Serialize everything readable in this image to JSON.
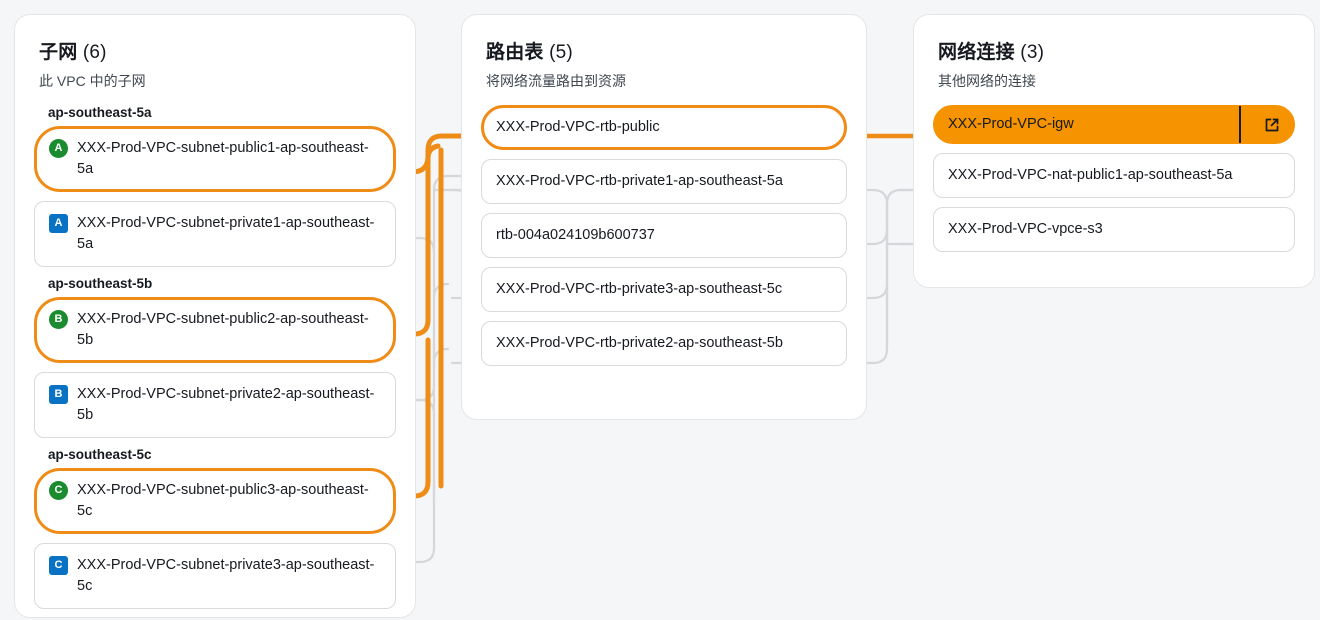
{
  "theme": {
    "page_bg": "#f5f6f8",
    "panel_bg": "#ffffff",
    "panel_border": "#e4e6e8",
    "accent_orange": "#ef8c17",
    "accent_orange_fill": "#f59300",
    "wire_gray": "#d5d7da",
    "badge_public_green": "#1a8b2e",
    "badge_private_blue": "#0a72c4",
    "text_primary": "#16191f",
    "text_secondary": "#414750"
  },
  "panels": {
    "subnets": {
      "title": "子网",
      "count": "(6)",
      "subtitle": "此 VPC 中的子网",
      "groups": [
        {
          "az": "ap-southeast-5a",
          "items": [
            {
              "badge": "A",
              "badge_kind": "public",
              "label": "XXX-Prod-VPC-subnet-public1-ap-southeast-5a",
              "highlight": true
            },
            {
              "badge": "A",
              "badge_kind": "private",
              "label": "XXX-Prod-VPC-subnet-private1-ap-southeast-5a",
              "highlight": false
            }
          ]
        },
        {
          "az": "ap-southeast-5b",
          "items": [
            {
              "badge": "B",
              "badge_kind": "public",
              "label": "XXX-Prod-VPC-subnet-public2-ap-southeast-5b",
              "highlight": true
            },
            {
              "badge": "B",
              "badge_kind": "private",
              "label": "XXX-Prod-VPC-subnet-private2-ap-southeast-5b",
              "highlight": false
            }
          ]
        },
        {
          "az": "ap-southeast-5c",
          "items": [
            {
              "badge": "C",
              "badge_kind": "public",
              "label": "XXX-Prod-VPC-subnet-public3-ap-southeast-5c",
              "highlight": true
            },
            {
              "badge": "C",
              "badge_kind": "private",
              "label": "XXX-Prod-VPC-subnet-private3-ap-southeast-5c",
              "highlight": false
            }
          ]
        }
      ]
    },
    "route_tables": {
      "title": "路由表",
      "count": "(5)",
      "subtitle": "将网络流量路由到资源",
      "items": [
        {
          "label": "XXX-Prod-VPC-rtb-public",
          "highlight": true,
          "oneline": true
        },
        {
          "label": "XXX-Prod-VPC-rtb-private1-ap-southeast-5a",
          "highlight": false,
          "oneline": false
        },
        {
          "label": "rtb-004a024109b600737",
          "highlight": false,
          "oneline": true
        },
        {
          "label": "XXX-Prod-VPC-rtb-private3-ap-southeast-5c",
          "highlight": false,
          "oneline": false
        },
        {
          "label": "XXX-Prod-VPC-rtb-private2-ap-southeast-5b",
          "highlight": false,
          "oneline": false
        }
      ]
    },
    "connections": {
      "title": "网络连接",
      "count": "(3)",
      "subtitle": "其他网络的连接",
      "items": [
        {
          "label": "XXX-Prod-VPC-igw",
          "filled": true,
          "external_link": true,
          "external_icon": "external-link-icon",
          "oneline": true
        },
        {
          "label": "XXX-Prod-VPC-nat-public1-ap-southeast-5a",
          "filled": false,
          "external_link": false,
          "oneline": false
        },
        {
          "label": "XXX-Prod-VPC-vpce-s3",
          "filled": false,
          "external_link": false,
          "oneline": true
        }
      ]
    }
  }
}
